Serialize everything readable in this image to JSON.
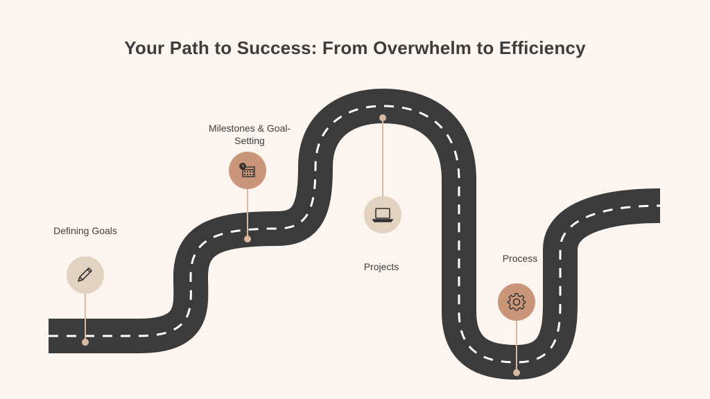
{
  "title": "Your Path to Success: From Overwhelm to Efficiency",
  "colors": {
    "background": "#fbf4ef",
    "road": "#3c3b3b",
    "lane": "#ffffff",
    "stem": "#d9b9a1",
    "circle_light": "#e4d2c1",
    "circle_dark": "#c9967a",
    "icon": "#2f2f2f"
  },
  "milestones": [
    {
      "label": "Defining Goals",
      "icon": "pencil-icon"
    },
    {
      "label": "Milestones & Goal-Setting",
      "icon": "calendar-clock-icon"
    },
    {
      "label": "Projects",
      "icon": "laptop-icon"
    },
    {
      "label": "Process",
      "icon": "gear-icon"
    }
  ]
}
